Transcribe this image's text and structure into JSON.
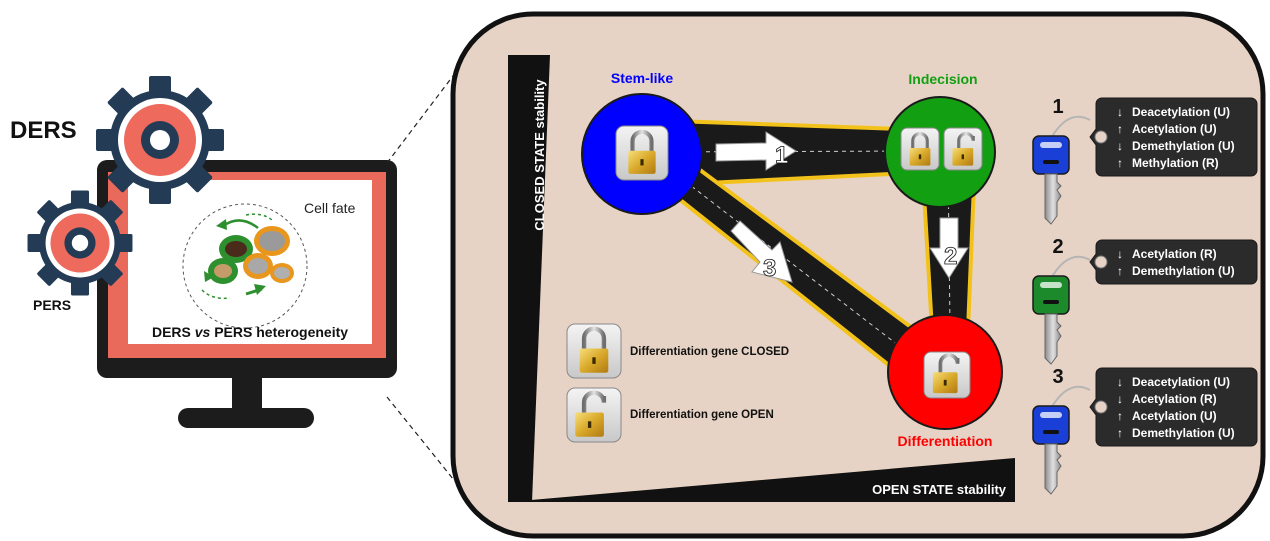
{
  "monitor": {
    "ders_label": "DERS",
    "pers_label": "PERS",
    "cell_fate_label": "Cell fate",
    "heterogeneity_parts": [
      "DERS ",
      "vs",
      " PERS heterogeneity"
    ]
  },
  "axes": {
    "vertical_label": "CLOSED STATE stability",
    "horizontal_label": "OPEN STATE stability"
  },
  "states": {
    "stem": {
      "label": "Stem-like",
      "color": "#0000ff"
    },
    "indecision": {
      "label": "Indecision",
      "color": "#12a012"
    },
    "differentiation": {
      "label": "Differentiation",
      "color": "#ff0000"
    }
  },
  "paths": [
    "1",
    "2",
    "3"
  ],
  "legend": {
    "closed": "Differentiation gene CLOSED",
    "open": "Differentiation gene OPEN"
  },
  "keys": [
    {
      "number": "1",
      "color": "#1a3fd6",
      "items": [
        {
          "arrow": "down",
          "text": "Deacetylation (U)"
        },
        {
          "arrow": "up",
          "text": "Acetylation (U)"
        },
        {
          "arrow": "down",
          "text": "Demethylation (U)"
        },
        {
          "arrow": "up",
          "text": "Methylation (R)"
        }
      ]
    },
    {
      "number": "2",
      "color": "#1c8a2a",
      "items": [
        {
          "arrow": "down",
          "text": "Acetylation (R)"
        },
        {
          "arrow": "up",
          "text": "Demethylation (U)"
        }
      ]
    },
    {
      "number": "3",
      "color": "#1a3fd6",
      "items": [
        {
          "arrow": "down",
          "text": "Deacetylation (U)"
        },
        {
          "arrow": "down",
          "text": "Acetylation (R)"
        },
        {
          "arrow": "up",
          "text": "Acetylation (U)"
        },
        {
          "arrow": "up",
          "text": "Demethylation (U)"
        }
      ]
    }
  ]
}
